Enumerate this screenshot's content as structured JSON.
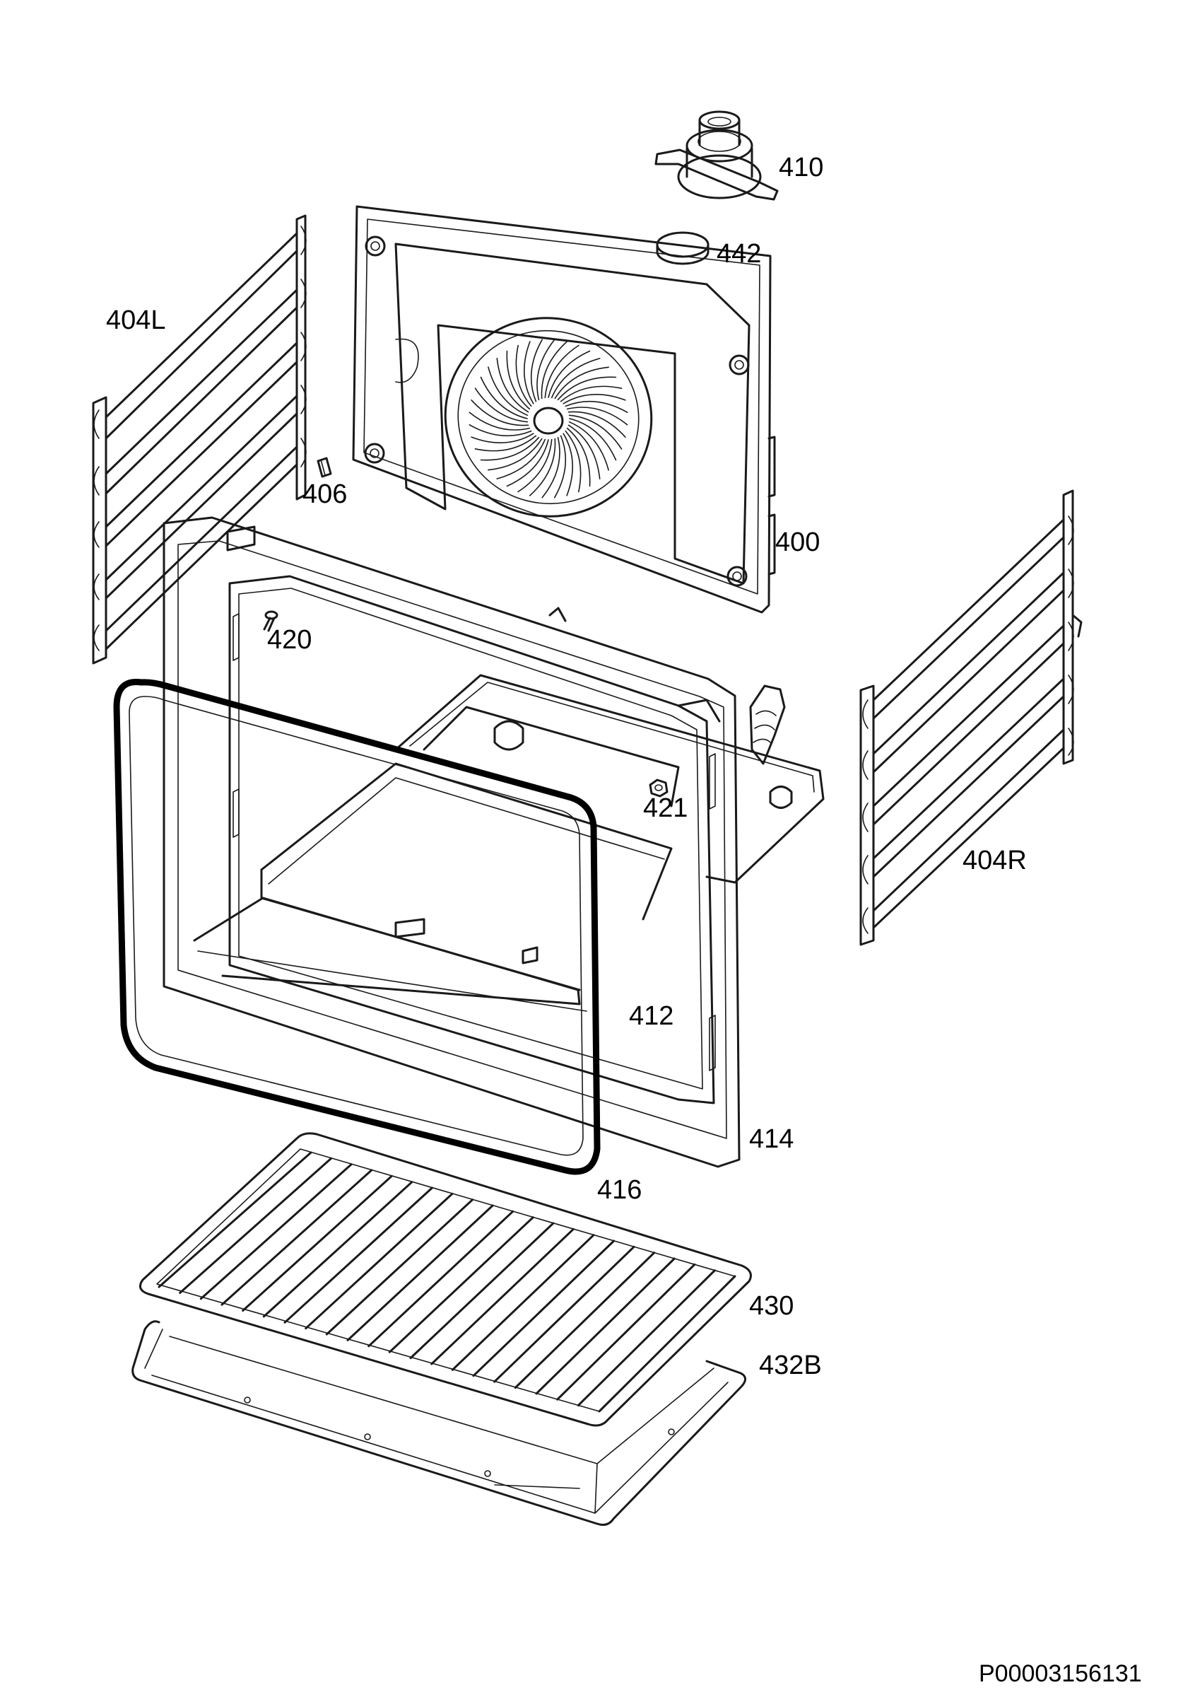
{
  "diagram": {
    "code": "P00003156131",
    "parts": [
      {
        "id": "thermostat-knob",
        "label": "410"
      },
      {
        "id": "cap",
        "label": "442"
      },
      {
        "id": "shelf-support-left",
        "label": "404L"
      },
      {
        "id": "clip",
        "label": "406"
      },
      {
        "id": "back-panel",
        "label": "400"
      },
      {
        "id": "screw",
        "label": "420"
      },
      {
        "id": "nut",
        "label": "421"
      },
      {
        "id": "shelf-support-right",
        "label": "404R"
      },
      {
        "id": "cavity",
        "label": "412"
      },
      {
        "id": "front-frame",
        "label": "414"
      },
      {
        "id": "door-seal",
        "label": "416"
      },
      {
        "id": "wire-shelf",
        "label": "430"
      },
      {
        "id": "baking-tray",
        "label": "432B"
      }
    ]
  }
}
